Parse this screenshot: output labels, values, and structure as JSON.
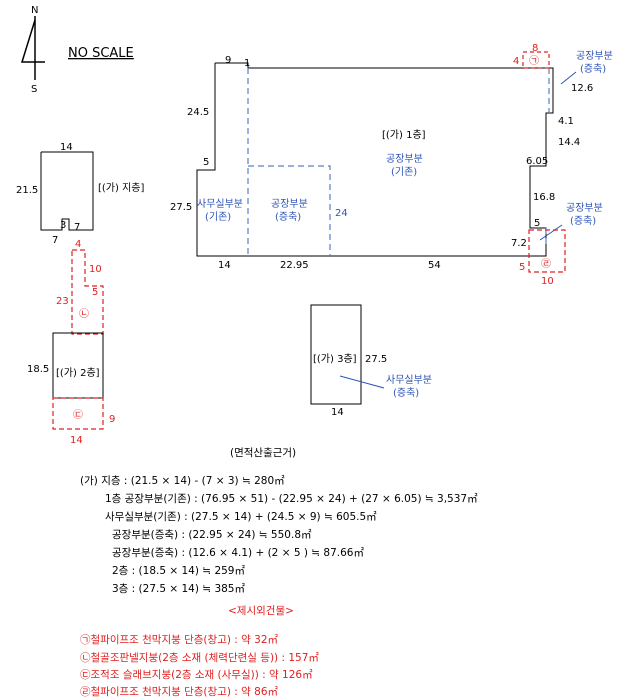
{
  "north": {
    "n": "N",
    "s": "S"
  },
  "scale_note": "NO SCALE",
  "basement": {
    "label": "[(가) 지층]",
    "dims": {
      "top": "14",
      "left": "21.5",
      "notch_w": "3",
      "notch_h": "7",
      "bottom": "7"
    },
    "excluded": {
      "marker": "㉡",
      "dims": {
        "top": "4",
        "right_upper": "10",
        "right_lower": "5",
        "left": "23"
      }
    }
  },
  "second_floor": {
    "label": "[(가) 2층]",
    "dims": {
      "left": "18.5"
    },
    "excluded": {
      "marker": "㉢",
      "dims": {
        "bottom": "14",
        "right": "9"
      }
    }
  },
  "first_floor": {
    "label": "[(가) 1층]",
    "dims": {
      "top_left": "9",
      "top_right": "1",
      "left_upper": "24.5",
      "left_step": "5",
      "left_lower": "27.5",
      "bottom_1": "14",
      "bottom_2": "22.95",
      "bottom_3": "54",
      "right_1": "12.6",
      "right_2": "4.1",
      "right_3": "14.4",
      "right_step": "6.05",
      "right_4": "16.8",
      "right_notch": "5",
      "right_notch_h": "7.2",
      "mid_24": "24"
    },
    "zones": {
      "office_existing": [
        "사무실부분",
        "(기존)"
      ],
      "factory_extension": [
        "공장부분",
        "(증축)"
      ],
      "factory_existing": [
        "공장부분",
        "(기존)"
      ],
      "ne_extension": [
        "공장부분",
        "(증축)"
      ],
      "se_extension": [
        "공장부분",
        "(증축)"
      ]
    },
    "excluded_ne": {
      "marker": "㉠",
      "dims": {
        "top": "8",
        "left": "4"
      }
    },
    "excluded_se": {
      "marker": "㉣",
      "dims": {
        "left": "5",
        "bottom": "10"
      }
    }
  },
  "third_floor": {
    "label": "[(가) 3층]",
    "dims": {
      "right": "27.5",
      "bottom": "14"
    },
    "zone": [
      "사무실부분",
      "(증축)"
    ]
  },
  "calc": {
    "title": "(면적산출근거)",
    "lines": [
      "(가) 지층 : (21.5 × 14) - (7 × 3) ≒ 280㎡",
      "1층 공장부분(기존) : (76.95 × 51) - (22.95 × 24) + (27 × 6.05) ≒ 3,537㎡",
      "사무실부분(기존) : (27.5 × 14) + (24.5 × 9) ≒ 605.5㎡",
      "공장부분(증축) : (22.95 × 24) ≒ 550.8㎡",
      "공장부분(증축) : (12.6 × 4.1) + (2 × 5 ) ≒ 87.66㎡",
      "2층 : (18.5 × 14) ≒ 259㎡",
      "3층 : (27.5 × 14) ≒ 385㎡"
    ],
    "excluded_title": "<제시외건물>",
    "excluded_lines": [
      "㉠철파이프조 천막지붕 단층(창고) : 약 32㎡",
      "㉡철골조판넬지붕(2층 소재 (체력단련실 등)) : 157㎡",
      "㉢조적조 슬래브지붕(2층 소재 (사무실)) : 약 126㎡",
      "㉣철파이프조 천막지붕 단층(창고) : 약 86㎡"
    ]
  }
}
